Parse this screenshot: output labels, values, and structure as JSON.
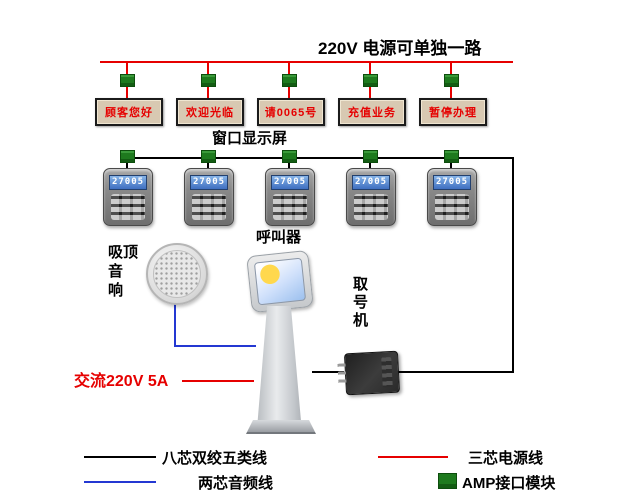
{
  "diagram": {
    "top_note": "220V 电源可单独一路",
    "displays": {
      "group_label": "窗口显示屏",
      "items": [
        {
          "text": "顾客您好"
        },
        {
          "text": "欢迎光临"
        },
        {
          "text": "请0065号"
        },
        {
          "text": "充值业务"
        },
        {
          "text": "暂停办理"
        }
      ]
    },
    "callers": {
      "group_label": "呼叫器",
      "screen_text": "27005"
    },
    "speaker_label": "吸顶\n音\n响",
    "kiosk_label": "取号机",
    "ac_power_label": "交流220V 5A",
    "legend": {
      "cat5": "八芯双绞五类线",
      "power": "三芯电源线",
      "audio": "两芯音频线",
      "amp": "AMP接口模块"
    },
    "colors": {
      "power_line": "#e60000",
      "data_line": "#000000",
      "audio_line": "#2438d2",
      "amp_module": "#1e7a1e",
      "led_text": "#e60000"
    }
  }
}
